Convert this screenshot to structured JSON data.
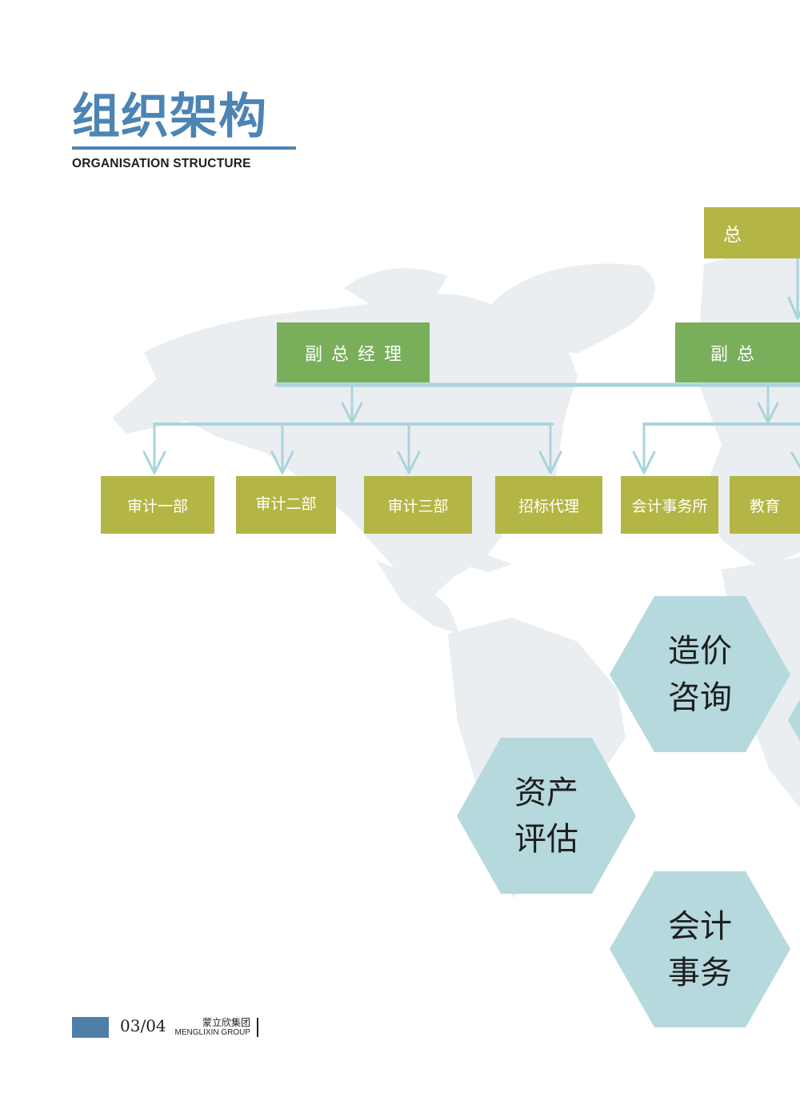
{
  "header": {
    "title": "组织架构",
    "subtitle": "ORGANISATION STRUCTURE"
  },
  "org_chart": {
    "top": {
      "label": "总"
    },
    "deputies": [
      {
        "label": "副总经理"
      },
      {
        "label": "副总"
      }
    ],
    "departments": [
      {
        "label": "审计一部"
      },
      {
        "label": "审计二部"
      },
      {
        "label": "审计三部"
      },
      {
        "label": "招标代理"
      },
      {
        "label": "会计事务所"
      },
      {
        "label": "教育"
      }
    ]
  },
  "services": [
    {
      "line1": "造价",
      "line2": "咨询"
    },
    {
      "line1": "资产",
      "line2": "评估"
    },
    {
      "line1": "会计",
      "line2": "事务"
    }
  ],
  "footer": {
    "page": "03/04",
    "company_cn": "蒙立欣集团",
    "company_en": "MENGLIXIN GROUP"
  },
  "colors": {
    "title_blue": "#4c84b3",
    "box_olive": "#b3b645",
    "box_green": "#79ae5b",
    "connector": "#a9d4dc",
    "hexagon": "#b6d9de",
    "map": "#eaeef1"
  }
}
